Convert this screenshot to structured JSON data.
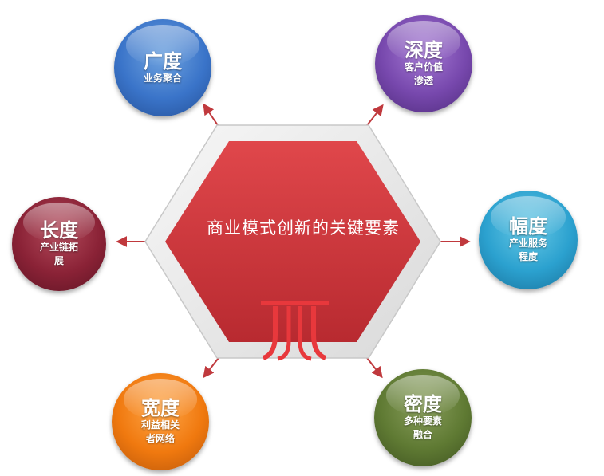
{
  "center": {
    "title": "商业模式创新的关键要素",
    "title_color": "#c93a3e"
  },
  "nodes": [
    {
      "id": "guang",
      "title": "广度",
      "subtitle": "业务聚合",
      "color": "#3a74c9"
    },
    {
      "id": "shen",
      "title": "深度",
      "subtitle": "客户价值渗透",
      "color": "#7748ad"
    },
    {
      "id": "chang",
      "title": "长度",
      "subtitle": "产业链拓展",
      "color": "#8a2236"
    },
    {
      "id": "fu",
      "title": "幅度",
      "subtitle": "产业服务程度",
      "color": "#2ba1cf"
    },
    {
      "id": "kuan",
      "title": "宽度",
      "subtitle": "利益相关者网络",
      "color": "#f0790f"
    },
    {
      "id": "mi",
      "title": "密度",
      "subtitle": "多种要素融合",
      "color": "#5f7a33"
    }
  ],
  "arrow_color": "#c0393d",
  "logo_color": "#c93a3e"
}
